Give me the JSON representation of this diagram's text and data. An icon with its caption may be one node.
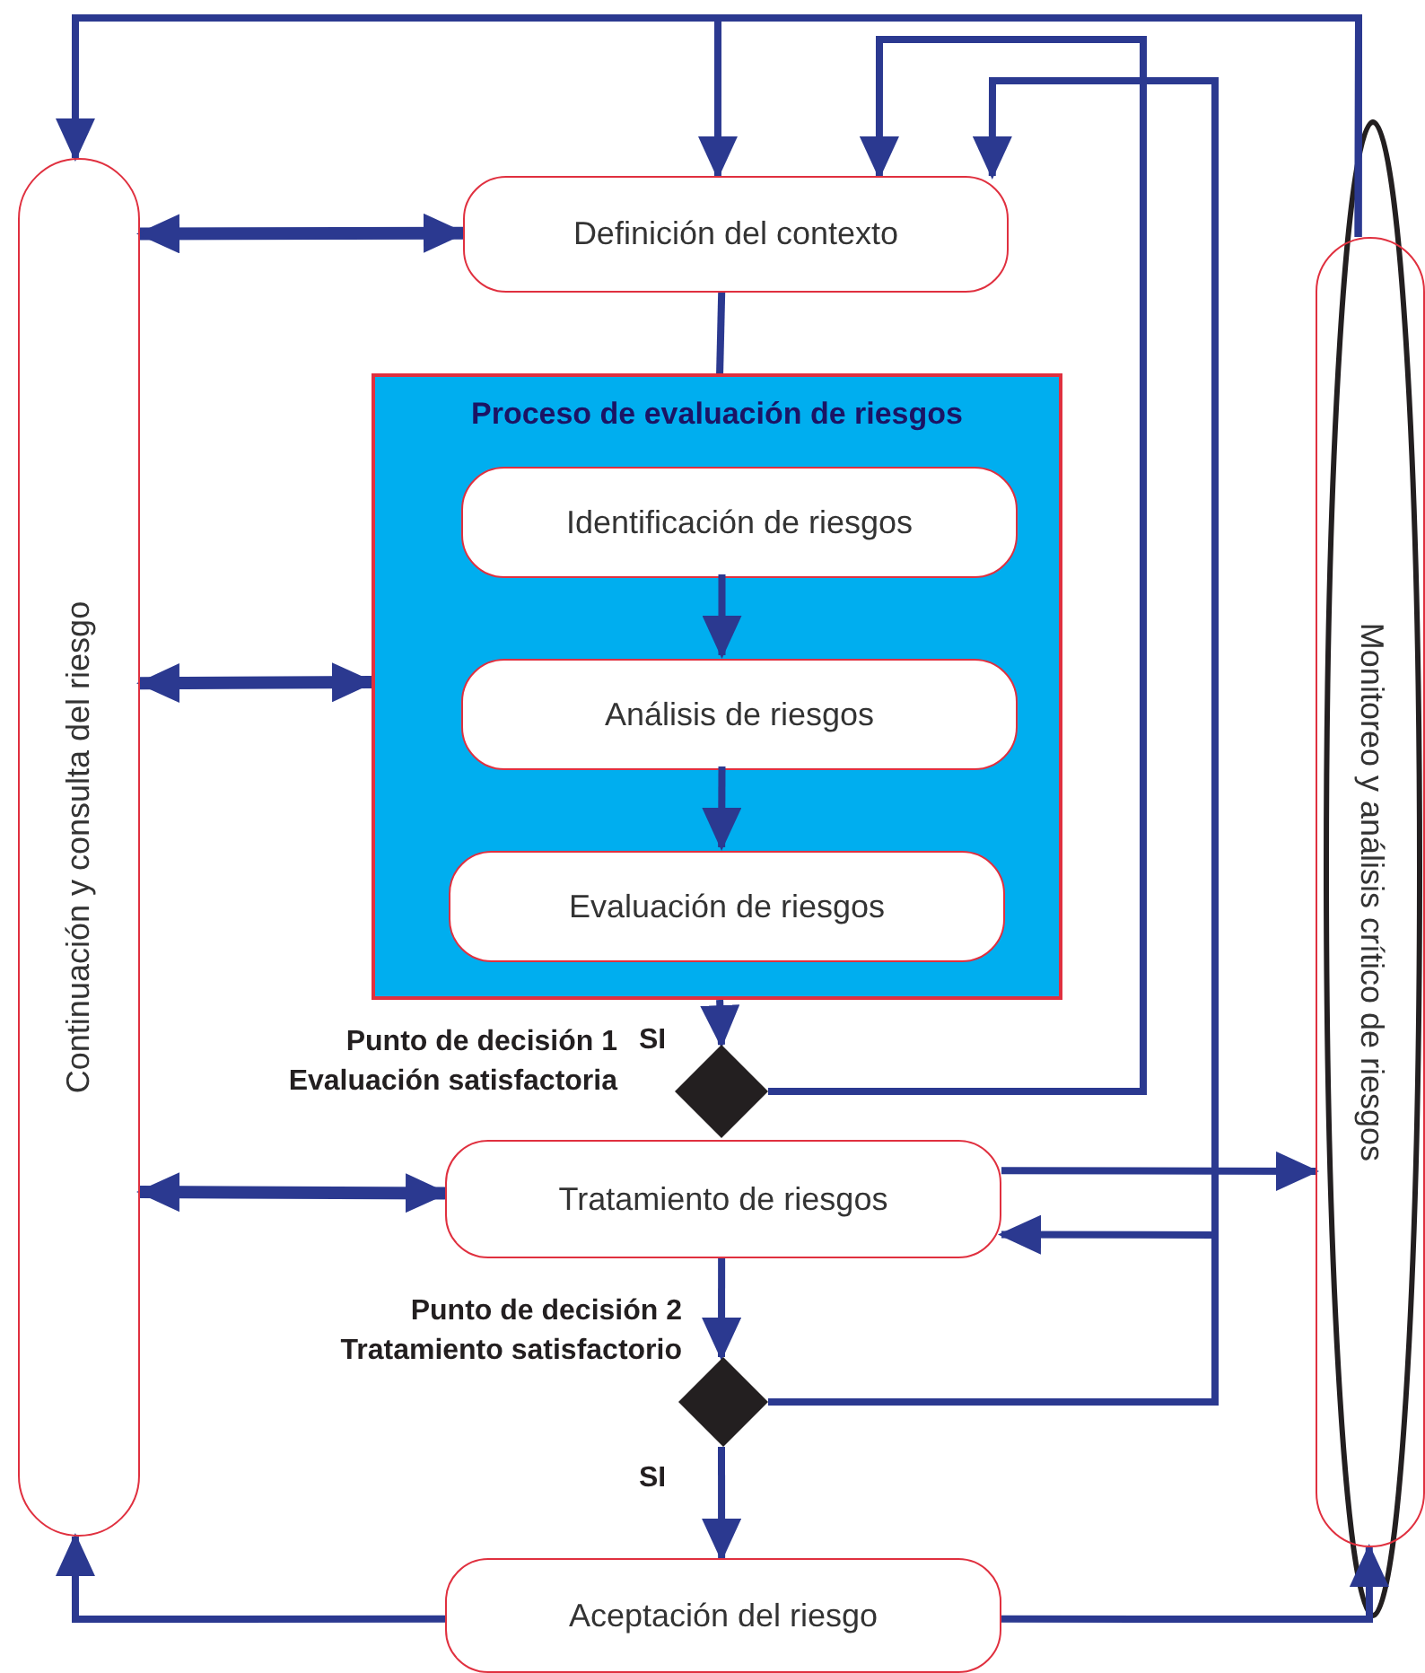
{
  "diagram": {
    "nodes": [
      {
        "text": [
          "Continuación y consulta del riesgo"
        ]
      },
      {
        "text": [
          "Definición del contexto"
        ]
      },
      {
        "text": [
          "Proceso de evaluación de riesgos"
        ]
      },
      {
        "text": [
          "Identificación de riesgos"
        ],
        "in": 2
      },
      {
        "text": [
          "Análisis de riesgos"
        ],
        "in": 2
      },
      {
        "text": [
          "Evaluación de riesgos"
        ],
        "in": 2
      },
      {
        "text": [],
        "shape": "diamond",
        "beside": [
          "Punto de decisión 1",
          "Evaluación satisfactoria"
        ]
      },
      {
        "text": [
          "Tratamiento de riesgos"
        ]
      },
      {
        "text": [],
        "shape": "diamond",
        "beside": [
          "Punto de decisión 2",
          "Tratamiento satisfactorio"
        ]
      },
      {
        "text": [
          "Aceptación del riesgo"
        ]
      },
      {
        "text": [
          "Monitoreo y análisis crítico de riesgos"
        ]
      }
    ],
    "edges": [
      {
        "from": 10,
        "to": 0,
        "arrow": "to"
      },
      {
        "from": 10,
        "to": 1,
        "arrow": "to"
      },
      {
        "from": 0,
        "to": 1,
        "arrow": "both"
      },
      {
        "from": 1,
        "to": 2,
        "arrow": "none"
      },
      {
        "from": 0,
        "to": 2,
        "arrow": "both"
      },
      {
        "from": 3,
        "to": 4,
        "arrow": "to"
      },
      {
        "from": 4,
        "to": 5,
        "arrow": "to"
      },
      {
        "from": 2,
        "to": 6,
        "arrow": "to"
      },
      {
        "from": 6,
        "to": 1,
        "arrow": "to"
      },
      {
        "from": 0,
        "to": 7,
        "arrow": "both"
      },
      {
        "from": 7,
        "to": 10,
        "arrow": "to"
      },
      {
        "from": 8,
        "to": 1,
        "arrow": "to"
      },
      {
        "from": 8,
        "to": 7,
        "arrow": "to"
      },
      {
        "from": 7,
        "to": 8,
        "arrow": "to"
      },
      {
        "from": 8,
        "to": 9,
        "arrow": "to"
      },
      {
        "from": 9,
        "to": 0,
        "arrow": "to"
      },
      {
        "from": 9,
        "to": 10,
        "arrow": "to"
      }
    ],
    "labels": [
      "SI",
      "SI"
    ]
  }
}
